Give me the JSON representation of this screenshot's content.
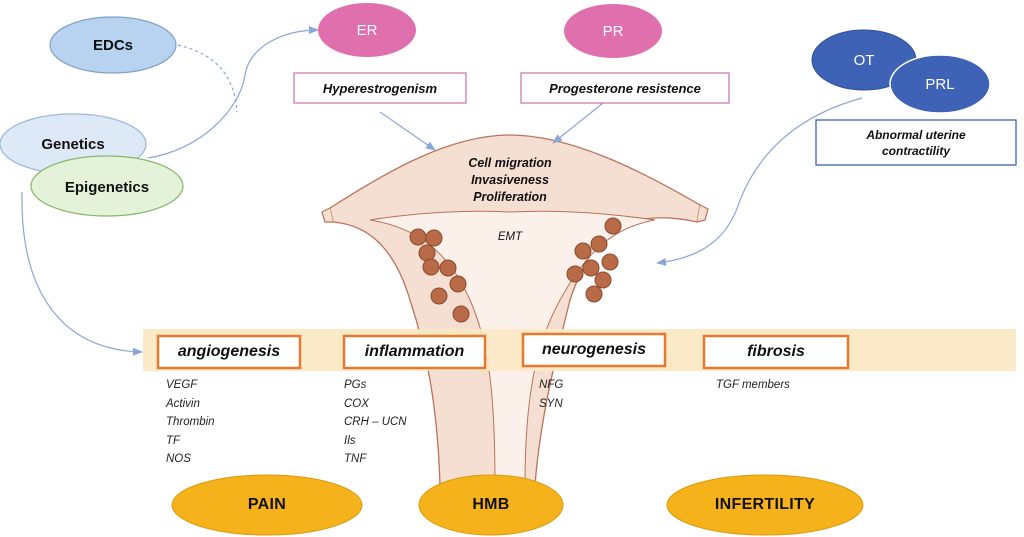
{
  "factors": {
    "edcs": "EDCs",
    "genetics": "Genetics",
    "epigenetics": "Epigenetics",
    "er": "ER",
    "pr": "PR",
    "ot": "OT",
    "prl": "PRL"
  },
  "conditions": {
    "hyperestrogenism": "Hyperestrogenism",
    "progesterone_resistance": "Progesterone resistence",
    "abnormal_contractility_line1": "Abnormal uterine",
    "abnormal_contractility_line2": "contractility"
  },
  "uterus": {
    "line1": "Cell migration",
    "line2": "Invasiveness",
    "line3": "Proliferation",
    "emt": "EMT"
  },
  "processes": [
    {
      "label": "angiogenesis",
      "markers": [
        "VEGF",
        "Activin",
        "Thrombin",
        "TF",
        "NOS"
      ]
    },
    {
      "label": "inflammation",
      "markers": [
        "PGs",
        "COX",
        "CRH – UCN",
        "Ils",
        "TNF"
      ]
    },
    {
      "label": "neurogenesis",
      "markers": [
        "NFG",
        "SYN"
      ]
    },
    {
      "label": "fibrosis",
      "markers": [
        "TGF members"
      ]
    }
  ],
  "outcomes": {
    "pain": "PAIN",
    "hmb": "HMB",
    "infertility": "INFERTILITY"
  },
  "colors": {
    "blue_light": "#b8d3ef",
    "green_light": "#e3f2d9",
    "pink": "#e06fae",
    "navy": "#3e62b5",
    "orange": "#e7792f",
    "band": "#fbe8c3",
    "gold": "#f6b21a",
    "uterus": "#f5dfd2",
    "uterus_stroke": "#b9735a",
    "lesion": "#b96a46"
  }
}
